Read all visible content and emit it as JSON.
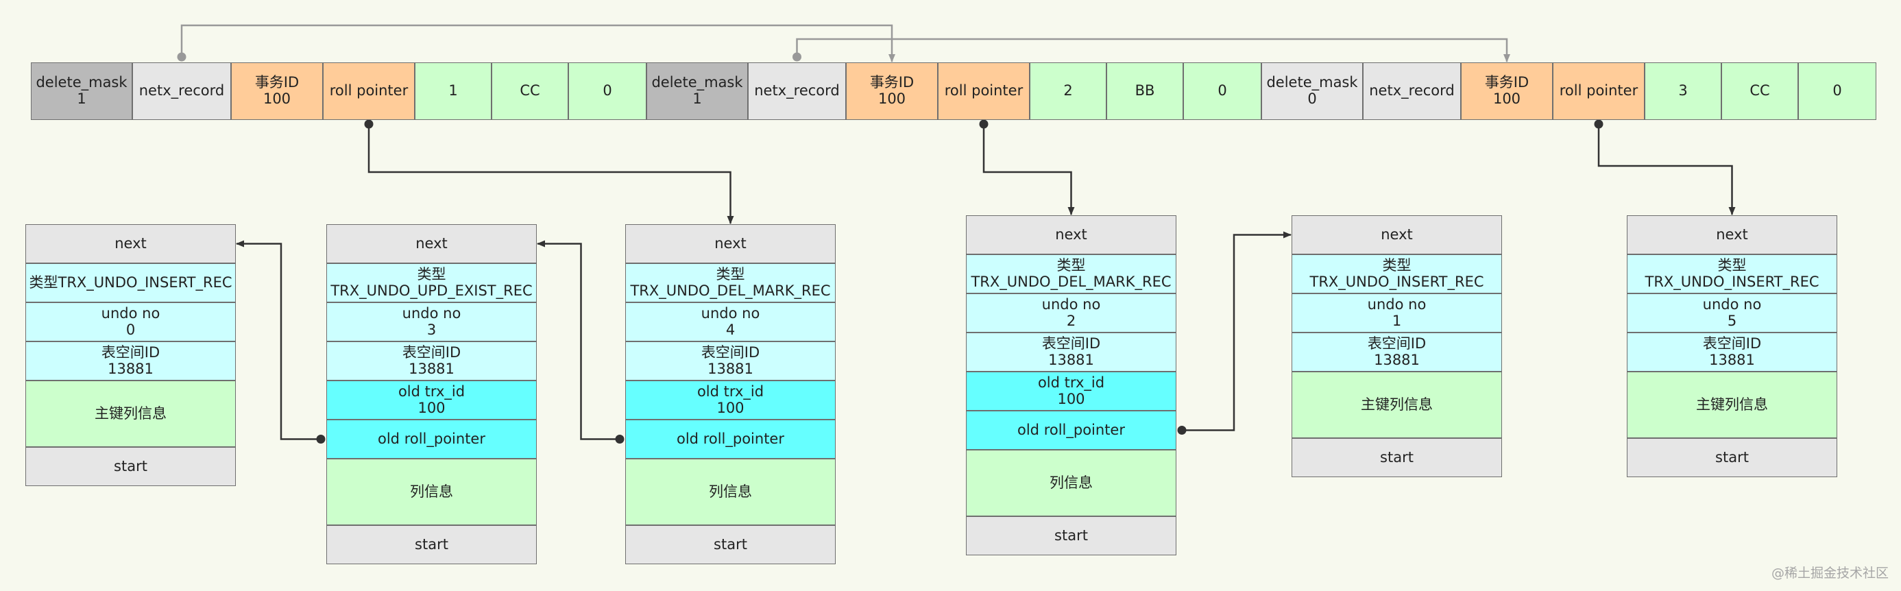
{
  "colors": {
    "background": "#f7f9ee",
    "mask": "#b9b9b9",
    "next_record": "#e6e6e6",
    "trx": "#ffcc99",
    "roll": "#ffcc99",
    "values": "#ccffcc",
    "header": "#e6e6e6",
    "field": "#ccffff",
    "old": "#66ffff",
    "columns": "#ccffcc",
    "start": "#e6e6e6",
    "wire": "#333333",
    "link": "#999999"
  },
  "record_row": [
    {
      "id": "r0",
      "kind": "mask",
      "lines": [
        "delete_mask",
        "1"
      ]
    },
    {
      "id": "r1",
      "kind": "next_record",
      "lines": [
        "netx_record"
      ]
    },
    {
      "id": "r2",
      "kind": "trx",
      "lines": [
        "事务ID",
        "100"
      ]
    },
    {
      "id": "r3",
      "kind": "roll",
      "lines": [
        "roll pointer"
      ]
    },
    {
      "id": "r4",
      "kind": "values",
      "lines": [
        "1"
      ]
    },
    {
      "id": "r5",
      "kind": "values",
      "lines": [
        "CC"
      ]
    },
    {
      "id": "r6",
      "kind": "values",
      "lines": [
        "0"
      ]
    },
    {
      "id": "r7",
      "kind": "mask",
      "lines": [
        "delete_mask",
        "1"
      ]
    },
    {
      "id": "r8",
      "kind": "next_record",
      "lines": [
        "netx_record"
      ]
    },
    {
      "id": "r9",
      "kind": "trx",
      "lines": [
        "事务ID",
        "100"
      ]
    },
    {
      "id": "r10",
      "kind": "roll",
      "lines": [
        "roll pointer"
      ]
    },
    {
      "id": "r11",
      "kind": "values",
      "lines": [
        "2"
      ]
    },
    {
      "id": "r12",
      "kind": "values",
      "lines": [
        "BB"
      ]
    },
    {
      "id": "r13",
      "kind": "values",
      "lines": [
        "0"
      ]
    },
    {
      "id": "r14",
      "kind": "next_record",
      "lines": [
        "delete_mask",
        "0"
      ]
    },
    {
      "id": "r15",
      "kind": "next_record",
      "lines": [
        "netx_record"
      ]
    },
    {
      "id": "r16",
      "kind": "trx",
      "lines": [
        "事务ID",
        "100"
      ]
    },
    {
      "id": "r17",
      "kind": "roll",
      "lines": [
        "roll pointer"
      ]
    },
    {
      "id": "r18",
      "kind": "values",
      "lines": [
        "3"
      ]
    },
    {
      "id": "r19",
      "kind": "values",
      "lines": [
        "CC"
      ]
    },
    {
      "id": "r20",
      "kind": "values",
      "lines": [
        "0"
      ]
    }
  ],
  "undo_logs": [
    {
      "id": "u1",
      "cells": [
        {
          "kind": "header",
          "lines": [
            "next"
          ]
        },
        {
          "kind": "field",
          "lines": [
            "类型TRX_UNDO_INSERT_REC"
          ]
        },
        {
          "kind": "field",
          "lines": [
            "undo no",
            "0"
          ]
        },
        {
          "kind": "field",
          "lines": [
            "表空间ID",
            "13881"
          ]
        },
        {
          "kind": "columns",
          "lines": [
            "主键列信息"
          ]
        },
        {
          "kind": "start",
          "lines": [
            "start"
          ]
        }
      ]
    },
    {
      "id": "u2",
      "cells": [
        {
          "kind": "header",
          "lines": [
            "next"
          ]
        },
        {
          "kind": "field",
          "lines": [
            "类型",
            "TRX_UNDO_UPD_EXIST_REC"
          ]
        },
        {
          "kind": "field",
          "lines": [
            "undo no",
            "3"
          ]
        },
        {
          "kind": "field",
          "lines": [
            "表空间ID",
            "13881"
          ]
        },
        {
          "kind": "old",
          "lines": [
            "old trx_id",
            "100"
          ]
        },
        {
          "kind": "old",
          "lines": [
            "old roll_pointer"
          ]
        },
        {
          "kind": "columns",
          "lines": [
            "列信息"
          ]
        },
        {
          "kind": "start",
          "lines": [
            "start"
          ]
        }
      ]
    },
    {
      "id": "u3",
      "cells": [
        {
          "kind": "header",
          "lines": [
            "next"
          ]
        },
        {
          "kind": "field",
          "lines": [
            "类型",
            "TRX_UNDO_DEL_MARK_REC"
          ]
        },
        {
          "kind": "field",
          "lines": [
            "undo no",
            "4"
          ]
        },
        {
          "kind": "field",
          "lines": [
            "表空间ID",
            "13881"
          ]
        },
        {
          "kind": "old",
          "lines": [
            "old trx_id",
            "100"
          ]
        },
        {
          "kind": "old",
          "lines": [
            "old roll_pointer"
          ]
        },
        {
          "kind": "columns",
          "lines": [
            "列信息"
          ]
        },
        {
          "kind": "start",
          "lines": [
            "start"
          ]
        }
      ]
    },
    {
      "id": "u4",
      "cells": [
        {
          "kind": "header",
          "lines": [
            "next"
          ]
        },
        {
          "kind": "field",
          "lines": [
            "类型",
            "TRX_UNDO_DEL_MARK_REC"
          ]
        },
        {
          "kind": "field",
          "lines": [
            "undo no",
            "2"
          ]
        },
        {
          "kind": "field",
          "lines": [
            "表空间ID",
            "13881"
          ]
        },
        {
          "kind": "old",
          "lines": [
            "old trx_id",
            "100"
          ]
        },
        {
          "kind": "old",
          "lines": [
            "old roll_pointer"
          ]
        },
        {
          "kind": "columns",
          "lines": [
            "列信息"
          ]
        },
        {
          "kind": "start",
          "lines": [
            "start"
          ]
        }
      ]
    },
    {
      "id": "u5",
      "cells": [
        {
          "kind": "header",
          "lines": [
            "next"
          ]
        },
        {
          "kind": "field",
          "lines": [
            "类型",
            "TRX_UNDO_INSERT_REC"
          ]
        },
        {
          "kind": "field",
          "lines": [
            "undo no",
            "1"
          ]
        },
        {
          "kind": "field",
          "lines": [
            "表空间ID",
            "13881"
          ]
        },
        {
          "kind": "columns",
          "lines": [
            "主键列信息"
          ]
        },
        {
          "kind": "start",
          "lines": [
            "start"
          ]
        }
      ]
    },
    {
      "id": "u6",
      "cells": [
        {
          "kind": "header",
          "lines": [
            "next"
          ]
        },
        {
          "kind": "field",
          "lines": [
            "类型",
            "TRX_UNDO_INSERT_REC"
          ]
        },
        {
          "kind": "field",
          "lines": [
            "undo no",
            "5"
          ]
        },
        {
          "kind": "field",
          "lines": [
            "表空间ID",
            "13881"
          ]
        },
        {
          "kind": "columns",
          "lines": [
            "主键列信息"
          ]
        },
        {
          "kind": "start",
          "lines": [
            "start"
          ]
        }
      ]
    }
  ],
  "connectors": [
    {
      "id": "c1",
      "from": "r1",
      "to": "r9",
      "kind": "link"
    },
    {
      "id": "c2",
      "from": "r8",
      "to": "r16",
      "kind": "link"
    },
    {
      "id": "c3",
      "from": "r3",
      "to": "u3",
      "kind": "wire"
    },
    {
      "id": "c4",
      "from": "r10",
      "to": "u4",
      "kind": "wire"
    },
    {
      "id": "c5",
      "from": "r17",
      "to": "u6",
      "kind": "wire"
    },
    {
      "id": "c6",
      "from": "u2",
      "to": "u1",
      "kind": "wire"
    },
    {
      "id": "c7",
      "from": "u3",
      "to": "u2",
      "kind": "wire"
    },
    {
      "id": "c8",
      "from": "u4",
      "to": "u5",
      "kind": "wire"
    }
  ],
  "watermark": "@稀土掘金技术社区"
}
